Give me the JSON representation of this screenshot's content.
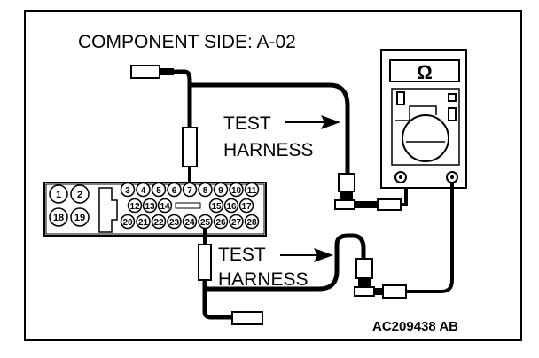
{
  "title": "COMPONENT SIDE: A-02",
  "harness_label_top": [
    "TEST",
    "HARNESS"
  ],
  "harness_label_bottom": [
    "TEST",
    "HARNESS"
  ],
  "meter_symbol": "Ω",
  "figure_code": "AC209438 AB",
  "connector_pins": {
    "large": [
      "1",
      "2",
      "18",
      "19"
    ],
    "row1": [
      "3",
      "4",
      "5",
      "6",
      "7",
      "8",
      "9",
      "10",
      "11"
    ],
    "row2": [
      "12",
      "13",
      "14",
      "15",
      "16",
      "17"
    ],
    "row3": [
      "20",
      "21",
      "22",
      "23",
      "24",
      "25",
      "26",
      "27",
      "28"
    ]
  }
}
